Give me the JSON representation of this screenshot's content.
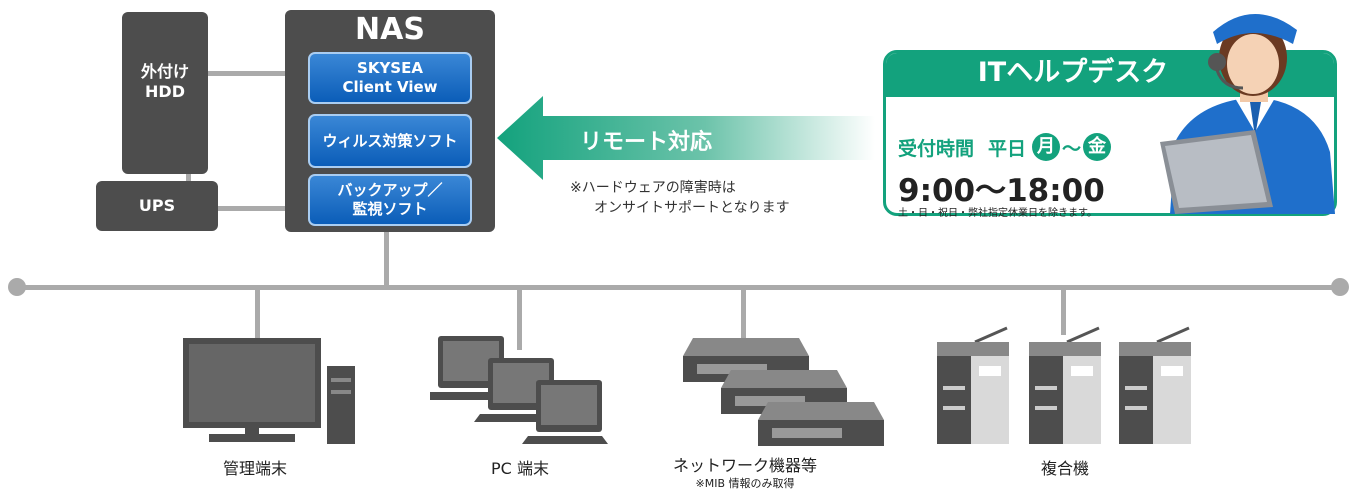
{
  "ext_hdd": {
    "label": "外付け\nHDD"
  },
  "ups": {
    "label": "UPS"
  },
  "nas": {
    "title": "NAS",
    "modules": [
      "SKYSEA\nClient View",
      "ウィルス対策ソフト",
      "バックアップ／\n監視ソフト"
    ]
  },
  "remote": {
    "label": "リモート対応",
    "note_line1": "※ハードウェアの障害時は",
    "note_line2": "オンサイトサポートとなります"
  },
  "helpdesk": {
    "title": "ITヘルプデスク",
    "hours_label": "受付時間",
    "weekday": "平日",
    "day_start": "月",
    "tilde": "〜",
    "day_end": "金",
    "time": "9:00〜18:00",
    "note": "土・日・祝日・弊社指定休業日を除きます。"
  },
  "devices": {
    "admin": "管理端末",
    "pc": "PC 端末",
    "network": "ネットワーク機器等",
    "network_note": "※MIB 情報のみ取得",
    "mfp": "複合機"
  },
  "colors": {
    "green": "#13a27d",
    "blue": "#0b5db8",
    "dark": "#4d4d4d",
    "line": "#aaaaaa"
  }
}
